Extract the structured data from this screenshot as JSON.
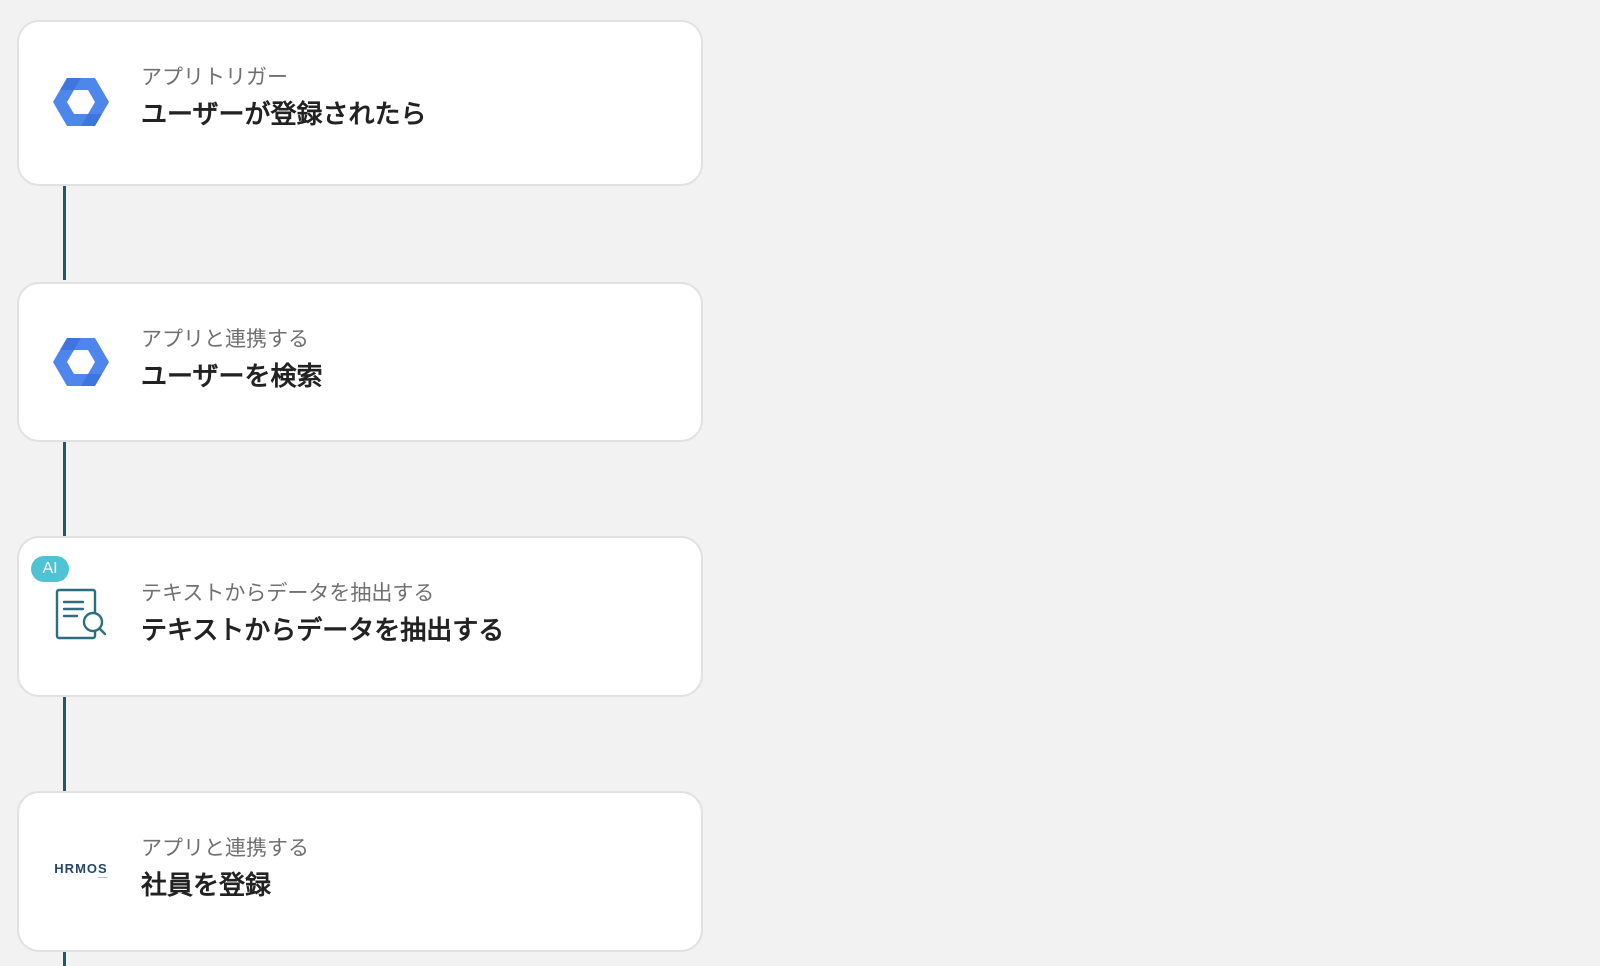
{
  "colors": {
    "background": "#f2f2f2",
    "connector": "#1f5868",
    "ai_badge": "#4fc3d4",
    "google_blue_light": "#4f86ec",
    "google_blue_dark": "#3367d6",
    "doc_icon_stroke": "#2c6e80",
    "hrmos_text": "#26476b"
  },
  "steps": [
    {
      "icon": "google-workspace-hexagon-icon",
      "subtitle": "アプリトリガー",
      "title": "ユーザーが登録されたら"
    },
    {
      "icon": "google-workspace-hexagon-icon",
      "subtitle": "アプリと連携する",
      "title": "ユーザーを検索"
    },
    {
      "icon": "document-search-icon",
      "badge": "AI",
      "subtitle": "テキストからデータを抽出する",
      "title": "テキストからデータを抽出する"
    },
    {
      "icon": "hrmos-logo",
      "logo_text": "HRMOS",
      "subtitle": "アプリと連携する",
      "title": "社員を登録"
    }
  ]
}
